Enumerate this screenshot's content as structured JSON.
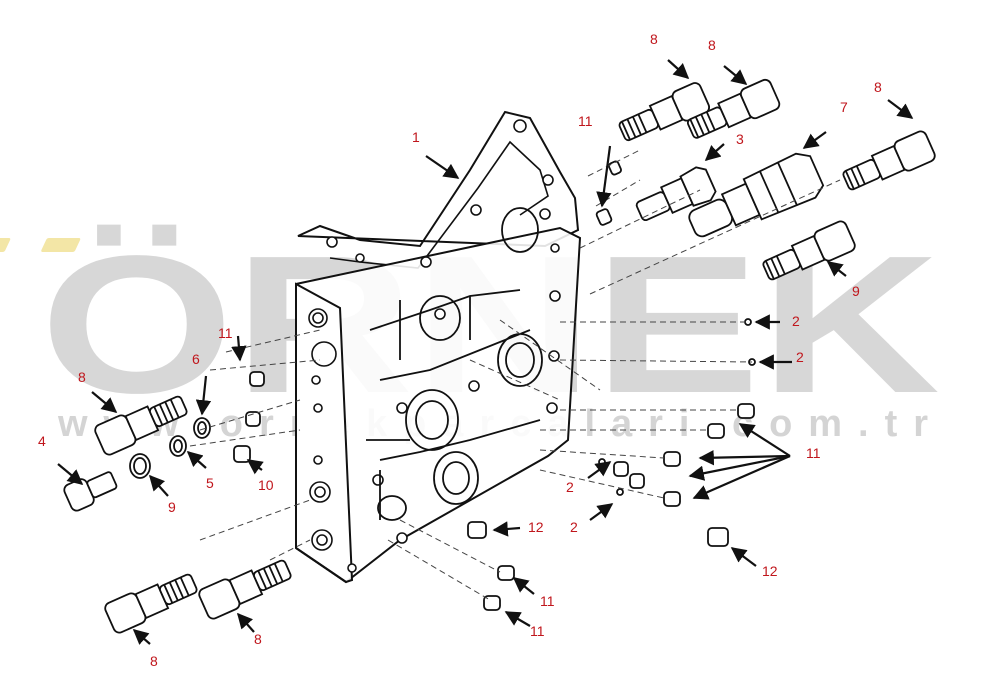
{
  "watermark": {
    "brand": "ÖRNEK",
    "url": "www.ornekparcalari.com.tr",
    "brand_color": "#c9c9c9",
    "accent_color": "#f3e6a6"
  },
  "callout_color": "#c0161c",
  "callouts": {
    "c1": "1",
    "c2a": "2",
    "c2b": "2",
    "c2c": "2",
    "c2d": "2",
    "c3": "3",
    "c4": "4",
    "c5": "5",
    "c6": "6",
    "c7": "7",
    "c8a": "8",
    "c8b": "8",
    "c8c": "8",
    "c8d": "8",
    "c8e": "8",
    "c8f": "8",
    "c9a": "9",
    "c9b": "9",
    "c10": "10",
    "c11a": "11",
    "c11b": "11",
    "c11c": "11",
    "c11d": "11",
    "c11e": "11",
    "c12a": "12",
    "c12b": "12"
  }
}
